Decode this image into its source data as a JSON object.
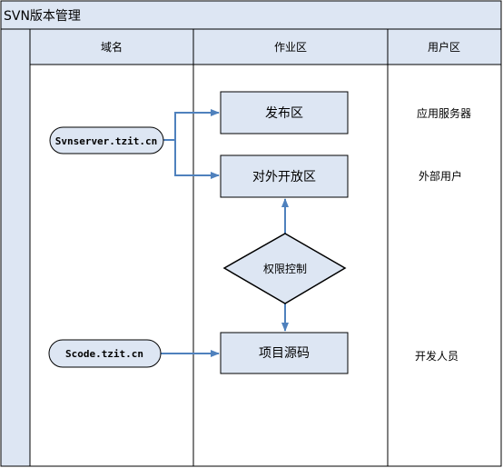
{
  "title": "SVN版本管理",
  "lanes": [
    {
      "label": "域名"
    },
    {
      "label": "作业区"
    },
    {
      "label": "用户区"
    }
  ],
  "nodes": {
    "svnserver": "Svnserver.tzit.cn",
    "scode": "Scode.tzit.cn",
    "publish": "发布区",
    "external": "对外开放区",
    "permission": "权限控制",
    "source": "项目源码"
  },
  "users": {
    "app_server": "应用服务器",
    "external_users": "外部用户",
    "developers": "开发人员"
  },
  "colors": {
    "header_fill": "#dde6f3",
    "box_fill": "#dde6f3",
    "arrow": "#4f81bd",
    "border": "#000000"
  }
}
